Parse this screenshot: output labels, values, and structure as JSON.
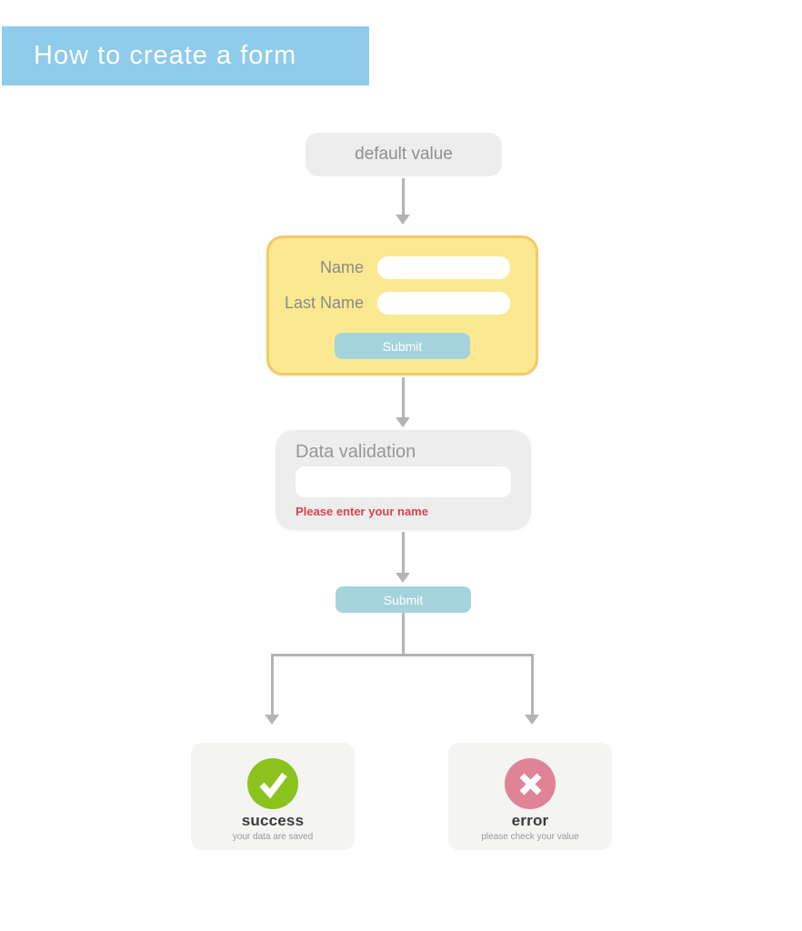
{
  "title": "How to create a form",
  "colors": {
    "banner_blue": "#8fcbeb",
    "box_gray": "#ededed",
    "card_gray": "#f4f4f3",
    "yellow_fill": "#fbe992",
    "yellow_border": "#f3ca67",
    "submit_teal": "#a5d3dc",
    "arrow_gray": "#b4b4b4",
    "text_gray": "#8f8f8f",
    "label_gray": "#8a8a8a",
    "error_red": "#dc4150",
    "success_green": "#8cc21e",
    "error_pink": "#de8496",
    "caption_gray": "#9a9a9a"
  },
  "nodes": {
    "default_value": "default value",
    "form": {
      "name_label": "Name",
      "name_value": "",
      "last_name_label": "Last Name",
      "last_name_value": "",
      "submit_label": "Submit"
    },
    "validation": {
      "title": "Data validation",
      "input_value": "",
      "error_message": "Please enter your name"
    },
    "submit": {
      "label": "Submit"
    },
    "success": {
      "label": "success",
      "caption": "your data are saved",
      "icon": "check-icon"
    },
    "error": {
      "label": "error",
      "caption": "please check your value",
      "icon": "x-icon"
    }
  }
}
